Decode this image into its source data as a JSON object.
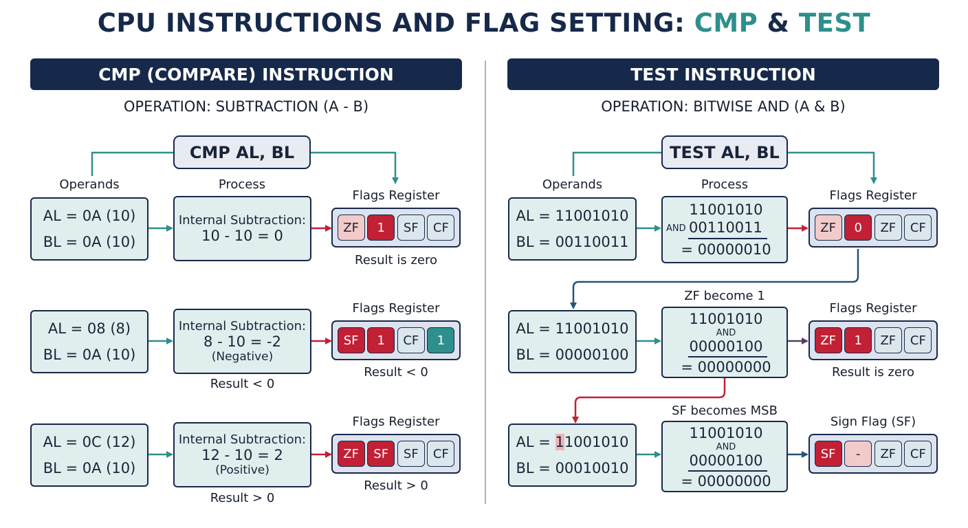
{
  "title": {
    "part1": "CPU INSTRUCTIONS AND FLAG SETTING:",
    "cmp": "CMP",
    "amp": "&",
    "test": "TEST"
  },
  "left": {
    "banner": "CMP (COMPARE) INSTRUCTION",
    "operation": "OPERATION: SUBTRACTION (A - B)",
    "command": "CMP AL, BL",
    "operands_label": "Operands",
    "process_label": "Process",
    "rows": [
      {
        "al": "AL = 0A (10)",
        "bl": "BL = 0A (10)",
        "proc1": "Internal Subtraction:",
        "proc2": "10 - 10 = 0",
        "proc3": "",
        "flags_label": "Flags Register",
        "flags": [
          "ZF",
          "1",
          "SF",
          "CF"
        ],
        "result": "Result is zero",
        "below_proc": ""
      },
      {
        "al": "AL = 08 (8)",
        "bl": "BL = 0A (10)",
        "proc1": "Internal Subtraction:",
        "proc2": "8 - 10 = -2",
        "proc3": "(Negative)",
        "flags_label": "Flags Register",
        "flags": [
          "SF",
          "1",
          "CF",
          "1"
        ],
        "result": "Result < 0",
        "below_proc": "Result < 0"
      },
      {
        "al": "AL = 0C (12)",
        "bl": "BL = 0A (10)",
        "proc1": "Internal Subtraction:",
        "proc2": "12 - 10 = 2",
        "proc3": "(Positive)",
        "flags_label": "Flags Register",
        "flags": [
          "ZF",
          "SF",
          "SF",
          "CF"
        ],
        "result": "Result > 0",
        "below_proc": "Result > 0"
      }
    ]
  },
  "right": {
    "banner": "TEST INSTRUCTION",
    "operation": "OPERATION: BITWISE AND (A & B)",
    "command": "TEST AL, BL",
    "operands_label": "Operands",
    "process_label": "Process",
    "rows": [
      {
        "al": "AL = 11001010",
        "bl": "BL = 00110011",
        "n1": "11001010",
        "and": "AND",
        "n2": "00110011",
        "res": "= 00000010",
        "flags_label": "Flags Register",
        "flags": [
          "ZF",
          "0",
          "ZF",
          "CF"
        ],
        "result": "",
        "above_proc": ""
      },
      {
        "al": "AL = 11001010",
        "bl": "BL = 00000100",
        "n1": "11001010",
        "and": "AND",
        "n2": "00000100",
        "res": "= 00000000",
        "flags_label": "Flags Register",
        "flags": [
          "ZF",
          "1",
          "ZF",
          "CF"
        ],
        "result": "Result is zero",
        "above_proc": "ZF become 1"
      },
      {
        "al_first": "1",
        "al_rest": "1001010",
        "al_prefix": "AL = ",
        "bl": "BL = 00010010",
        "n1": "11001010",
        "and": "AND",
        "n2": "00000100",
        "res": "= 00000000",
        "flags_label": "Sign Flag (SF)",
        "flags": [
          "SF",
          "-",
          "ZF",
          "CF"
        ],
        "result": "",
        "above_proc": "SF becomes MSB"
      }
    ]
  },
  "colors": {
    "navy": "#17294a",
    "teal": "#2e8f8c",
    "red": "#c22035",
    "pink": "#f2caca",
    "box_fill": "#e1eeee"
  }
}
